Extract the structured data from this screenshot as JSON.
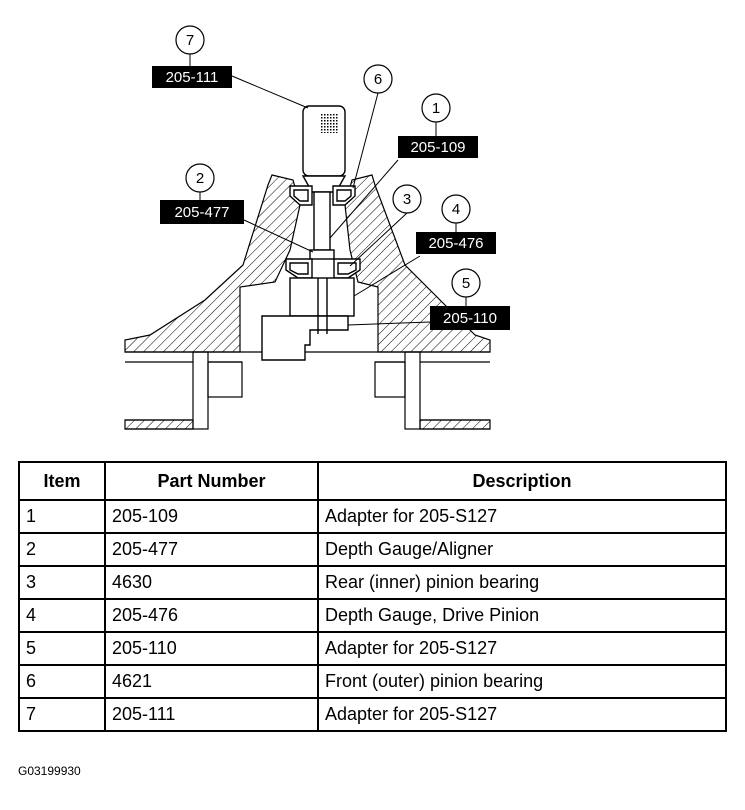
{
  "callouts": [
    {
      "num": "7",
      "label": "205-111"
    },
    {
      "num": "6",
      "label": ""
    },
    {
      "num": "1",
      "label": "205-109"
    },
    {
      "num": "2",
      "label": "205-477"
    },
    {
      "num": "3",
      "label": ""
    },
    {
      "num": "4",
      "label": "205-476"
    },
    {
      "num": "5",
      "label": "205-110"
    }
  ],
  "table": {
    "headers": [
      "Item",
      "Part Number",
      "Description"
    ],
    "rows": [
      {
        "item": "1",
        "part": "205-109",
        "desc": "Adapter for 205-S127"
      },
      {
        "item": "2",
        "part": "205-477",
        "desc": "Depth Gauge/Aligner"
      },
      {
        "item": "3",
        "part": "4630",
        "desc": "Rear (inner) pinion bearing"
      },
      {
        "item": "4",
        "part": "205-476",
        "desc": "Depth Gauge, Drive Pinion"
      },
      {
        "item": "5",
        "part": "205-110",
        "desc": "Adapter for 205-S127"
      },
      {
        "item": "6",
        "part": "4621",
        "desc": "Front (outer) pinion bearing"
      },
      {
        "item": "7",
        "part": "205-111",
        "desc": "Adapter for 205-S127"
      }
    ]
  },
  "figure_code": "G03199930"
}
